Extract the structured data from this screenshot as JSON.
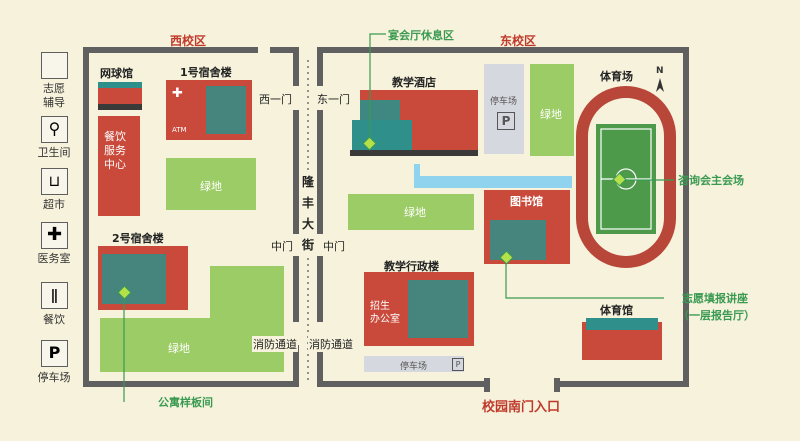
{
  "zones": {
    "west": "西校区",
    "east": "东校区"
  },
  "legend": [
    {
      "icon": "volunteer-icon",
      "label": "志愿\n辅导"
    },
    {
      "icon": "restroom-icon",
      "label": "卫生间"
    },
    {
      "icon": "cart-icon",
      "label": "超市"
    },
    {
      "icon": "medical-cross-icon",
      "label": "医务室"
    },
    {
      "icon": "fork-knife-icon",
      "label": "餐饮"
    },
    {
      "icon": "parking-icon",
      "label": "停车场"
    }
  ],
  "buildings": {
    "tennis": "网球馆",
    "dorm1": "1号宿舍楼",
    "dining": "餐饮服务中心",
    "dorm2": "2号宿舍楼",
    "hotel": "教学酒店",
    "library": "图书馆",
    "admin": "教学行政楼",
    "admissions": "招生\n办公室",
    "stadium": "体育场",
    "gym": "体育馆",
    "atm": "ATM"
  },
  "areas": {
    "green": "绿地",
    "parking": "停车场",
    "parking_letter": "P",
    "north": "N"
  },
  "gates": {
    "west_gate": "西一门",
    "east_gate": "东一门",
    "mid_gate_w": "中门",
    "mid_gate_e": "中门",
    "fire_lane_w": "消防通道",
    "fire_lane_e": "消防通道",
    "street": "隆丰大街"
  },
  "callouts": {
    "banquet": "宴会厅休息区",
    "consult": "咨询会主会场",
    "lecture": "志愿填报讲座",
    "lecture_sub": "（一层报告厅）",
    "apartment": "公寓样板间",
    "south_gate": "校园南门入口"
  },
  "colors": {
    "building_red": "#c9493a",
    "window_teal": "#2f8f8a",
    "lawn_green": "#9ccc65",
    "wall_gray": "#606060",
    "callout_green": "#3a9a52",
    "title_red": "#c0392b",
    "water_blue": "#8fd3ef",
    "track_red": "#b8473a"
  }
}
